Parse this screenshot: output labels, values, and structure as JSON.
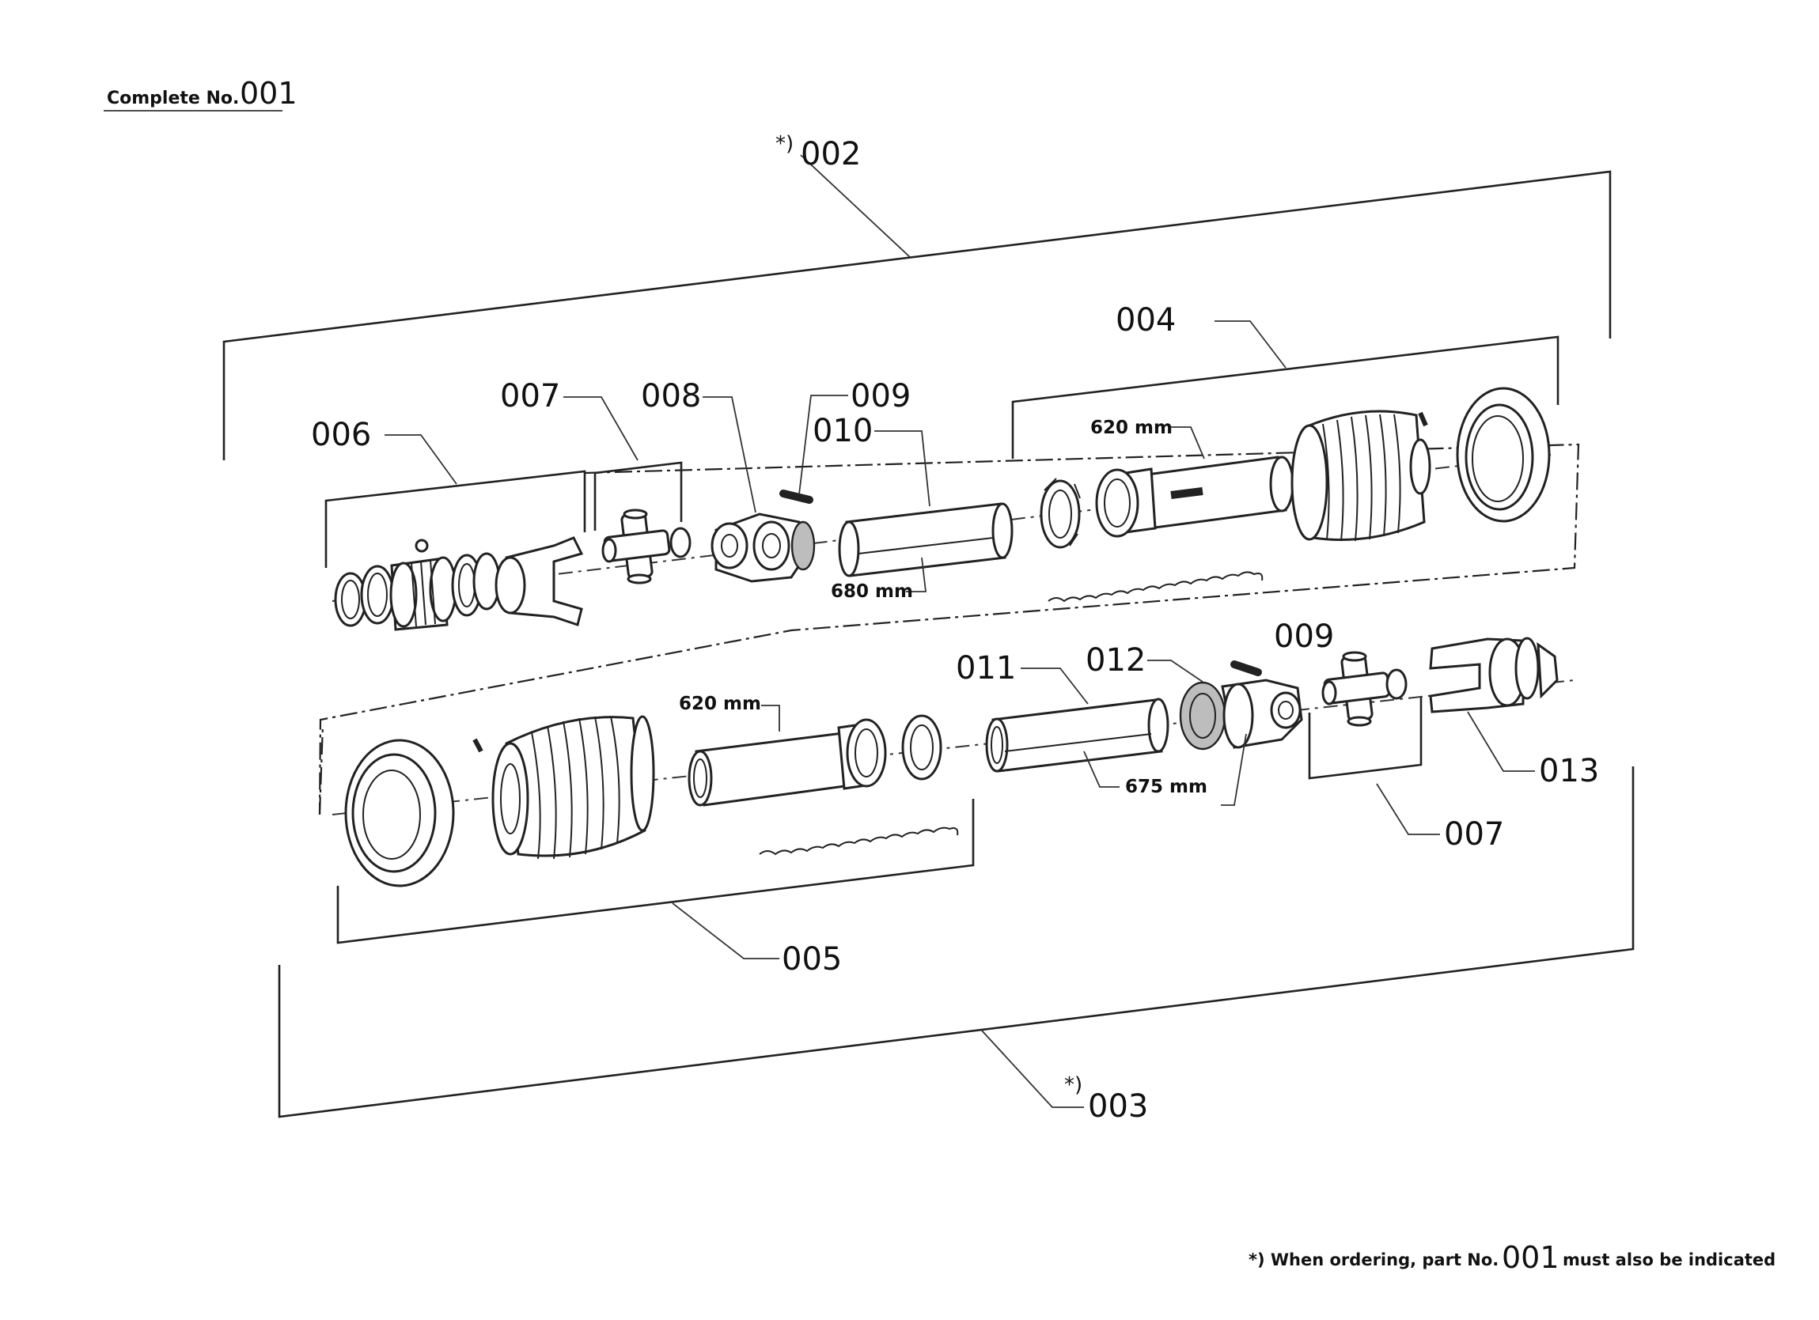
{
  "header": {
    "complete_label": "Complete No.",
    "complete_number": "001"
  },
  "callouts": {
    "p002_star": "*)",
    "p002": "002",
    "p003_star": "*)",
    "p003": "003",
    "p004": "004",
    "p005": "005",
    "p006": "006",
    "p007_top": "007",
    "p007_bottom": "007",
    "p008": "008",
    "p009_top": "009",
    "p009_bottom": "009",
    "p010": "010",
    "p011": "011",
    "p012": "012",
    "p013": "013"
  },
  "dimensions": {
    "top_outer_tube": "620 mm",
    "top_inner_tube": "680 mm",
    "bottom_outer_tube": "620 mm",
    "bottom_inner_tube": "675 mm"
  },
  "footer": {
    "prefix": "*) When ordering, part No.",
    "number": "001",
    "suffix": "must also be indicated"
  }
}
